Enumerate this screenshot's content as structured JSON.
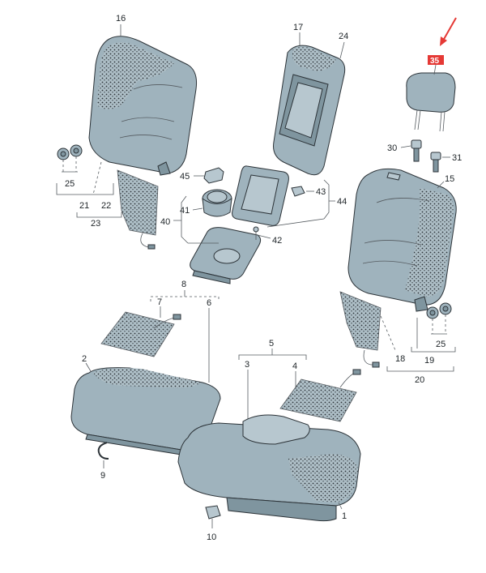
{
  "labels": {
    "p16": "16",
    "p17": "17",
    "p24": "24",
    "p35": "35",
    "p30": "30",
    "p31": "31",
    "p15": "15",
    "p45": "45",
    "p41": "41",
    "p43": "43",
    "p44": "44",
    "p40": "40",
    "p42": "42",
    "p25a": "25",
    "p21": "21",
    "p22": "22",
    "p23": "23",
    "p8": "8",
    "p7": "7",
    "p6": "6",
    "p25b": "25",
    "p18": "18",
    "p19": "19",
    "p20": "20",
    "p5": "5",
    "p3": "3",
    "p4": "4",
    "p2": "2",
    "p9": "9",
    "p1": "1",
    "p10": "10"
  },
  "colors": {
    "part": "#9fb3bd",
    "highlight": "#e53935"
  }
}
